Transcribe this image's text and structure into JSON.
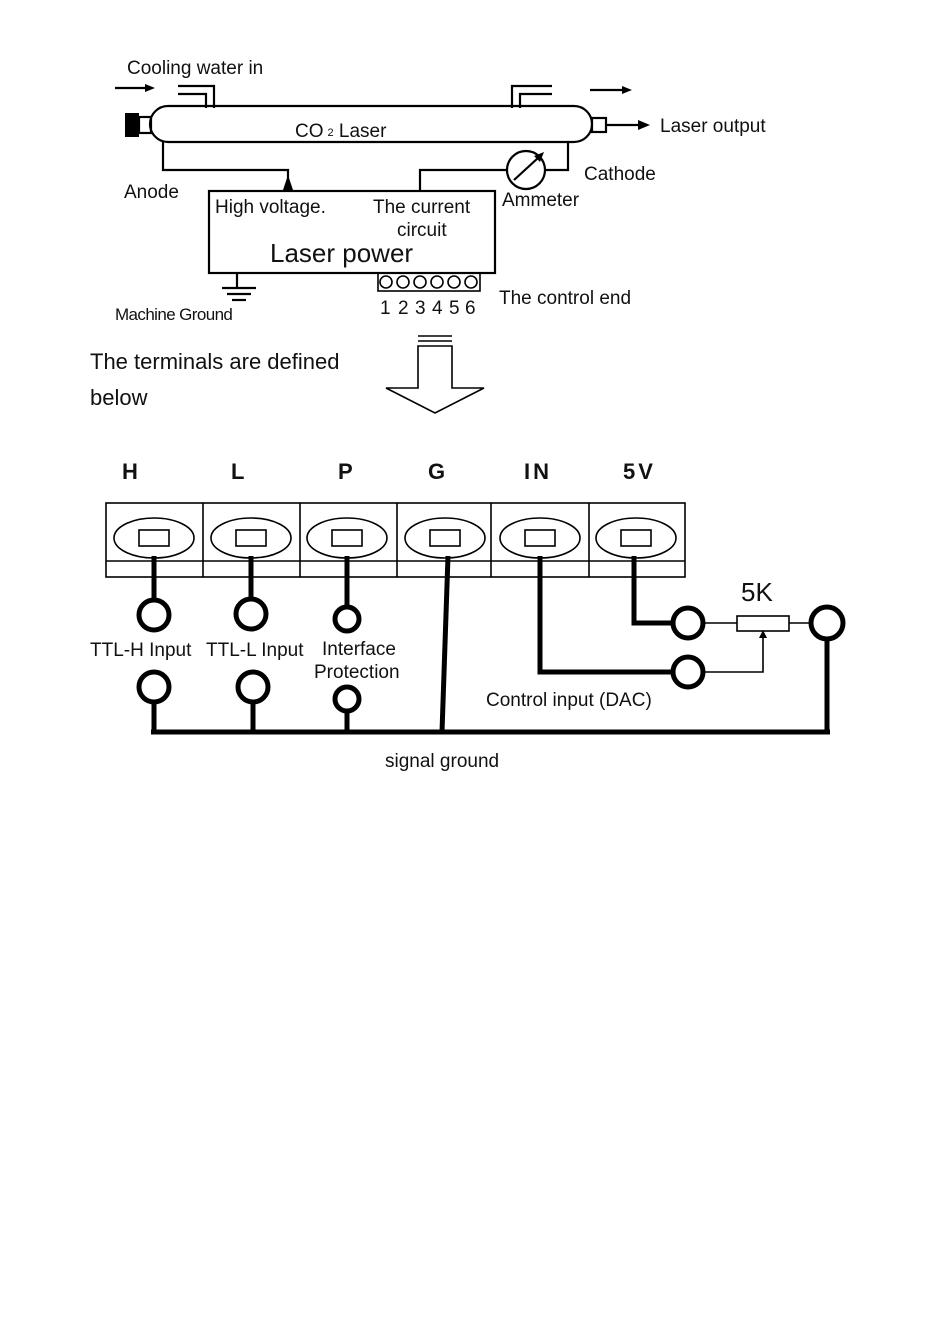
{
  "top": {
    "cooling_water_in": "Cooling water in",
    "tube_label_main": "CO",
    "tube_label_sub": "2",
    "tube_label_rest": " Laser",
    "laser_output": "Laser output",
    "anode": "Anode",
    "cathode": "Cathode",
    "ammeter": "Ammeter",
    "high_voltage": "High voltage.",
    "current_circuit_line1": "The current",
    "current_circuit_line2": "circuit",
    "laser_power": "Laser power",
    "machine_ground": "Machine Ground",
    "pin_numbers": [
      "1",
      "2",
      "3",
      "4",
      "5",
      "6"
    ],
    "control_end": "The control end"
  },
  "middle": {
    "line1": "The terminals are defined",
    "line2": "below"
  },
  "terminals": {
    "labels": [
      "H",
      "L",
      "P",
      "G",
      "IN",
      "5V"
    ],
    "ttl_h": "TTL-H Input",
    "ttl_l": "TTL-L Input",
    "interface_line1": "Interface",
    "interface_line2": "Protection",
    "resistor": "5K",
    "control_input": "Control input (DAC)",
    "signal_ground": "signal ground"
  }
}
